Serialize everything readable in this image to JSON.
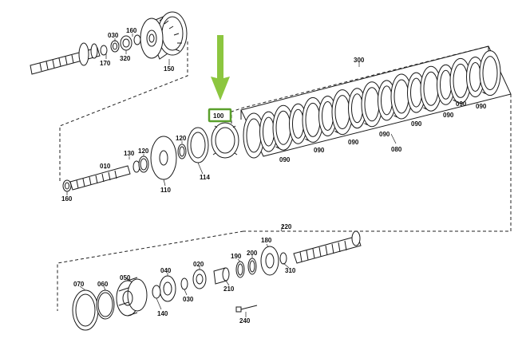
{
  "diagram": {
    "callouts": {
      "p150": "150",
      "p170": "170",
      "p030a": "030",
      "p320": "320",
      "p160a": "160",
      "p300": "300",
      "p100": "100",
      "p130": "130",
      "p120a": "120",
      "p120b": "120",
      "p010": "010",
      "p160b": "160",
      "p110": "110",
      "p114": "114",
      "p090a": "090",
      "p090b": "090",
      "p090c": "090",
      "p090d": "090",
      "p090e": "090",
      "p090f": "090",
      "p090g": "090",
      "p090h": "090",
      "p080": "080",
      "p220": "220",
      "p180": "180",
      "p310": "310",
      "p200": "200",
      "p190": "190",
      "p020": "020",
      "p040": "040",
      "p050": "050",
      "p060": "060",
      "p070": "070",
      "p210": "210",
      "p030b": "030",
      "p140": "140",
      "p240": "240"
    },
    "highlight": {
      "part": "100",
      "color": "#5aa02c"
    },
    "arrow": {
      "color": "#8cc63f"
    }
  }
}
